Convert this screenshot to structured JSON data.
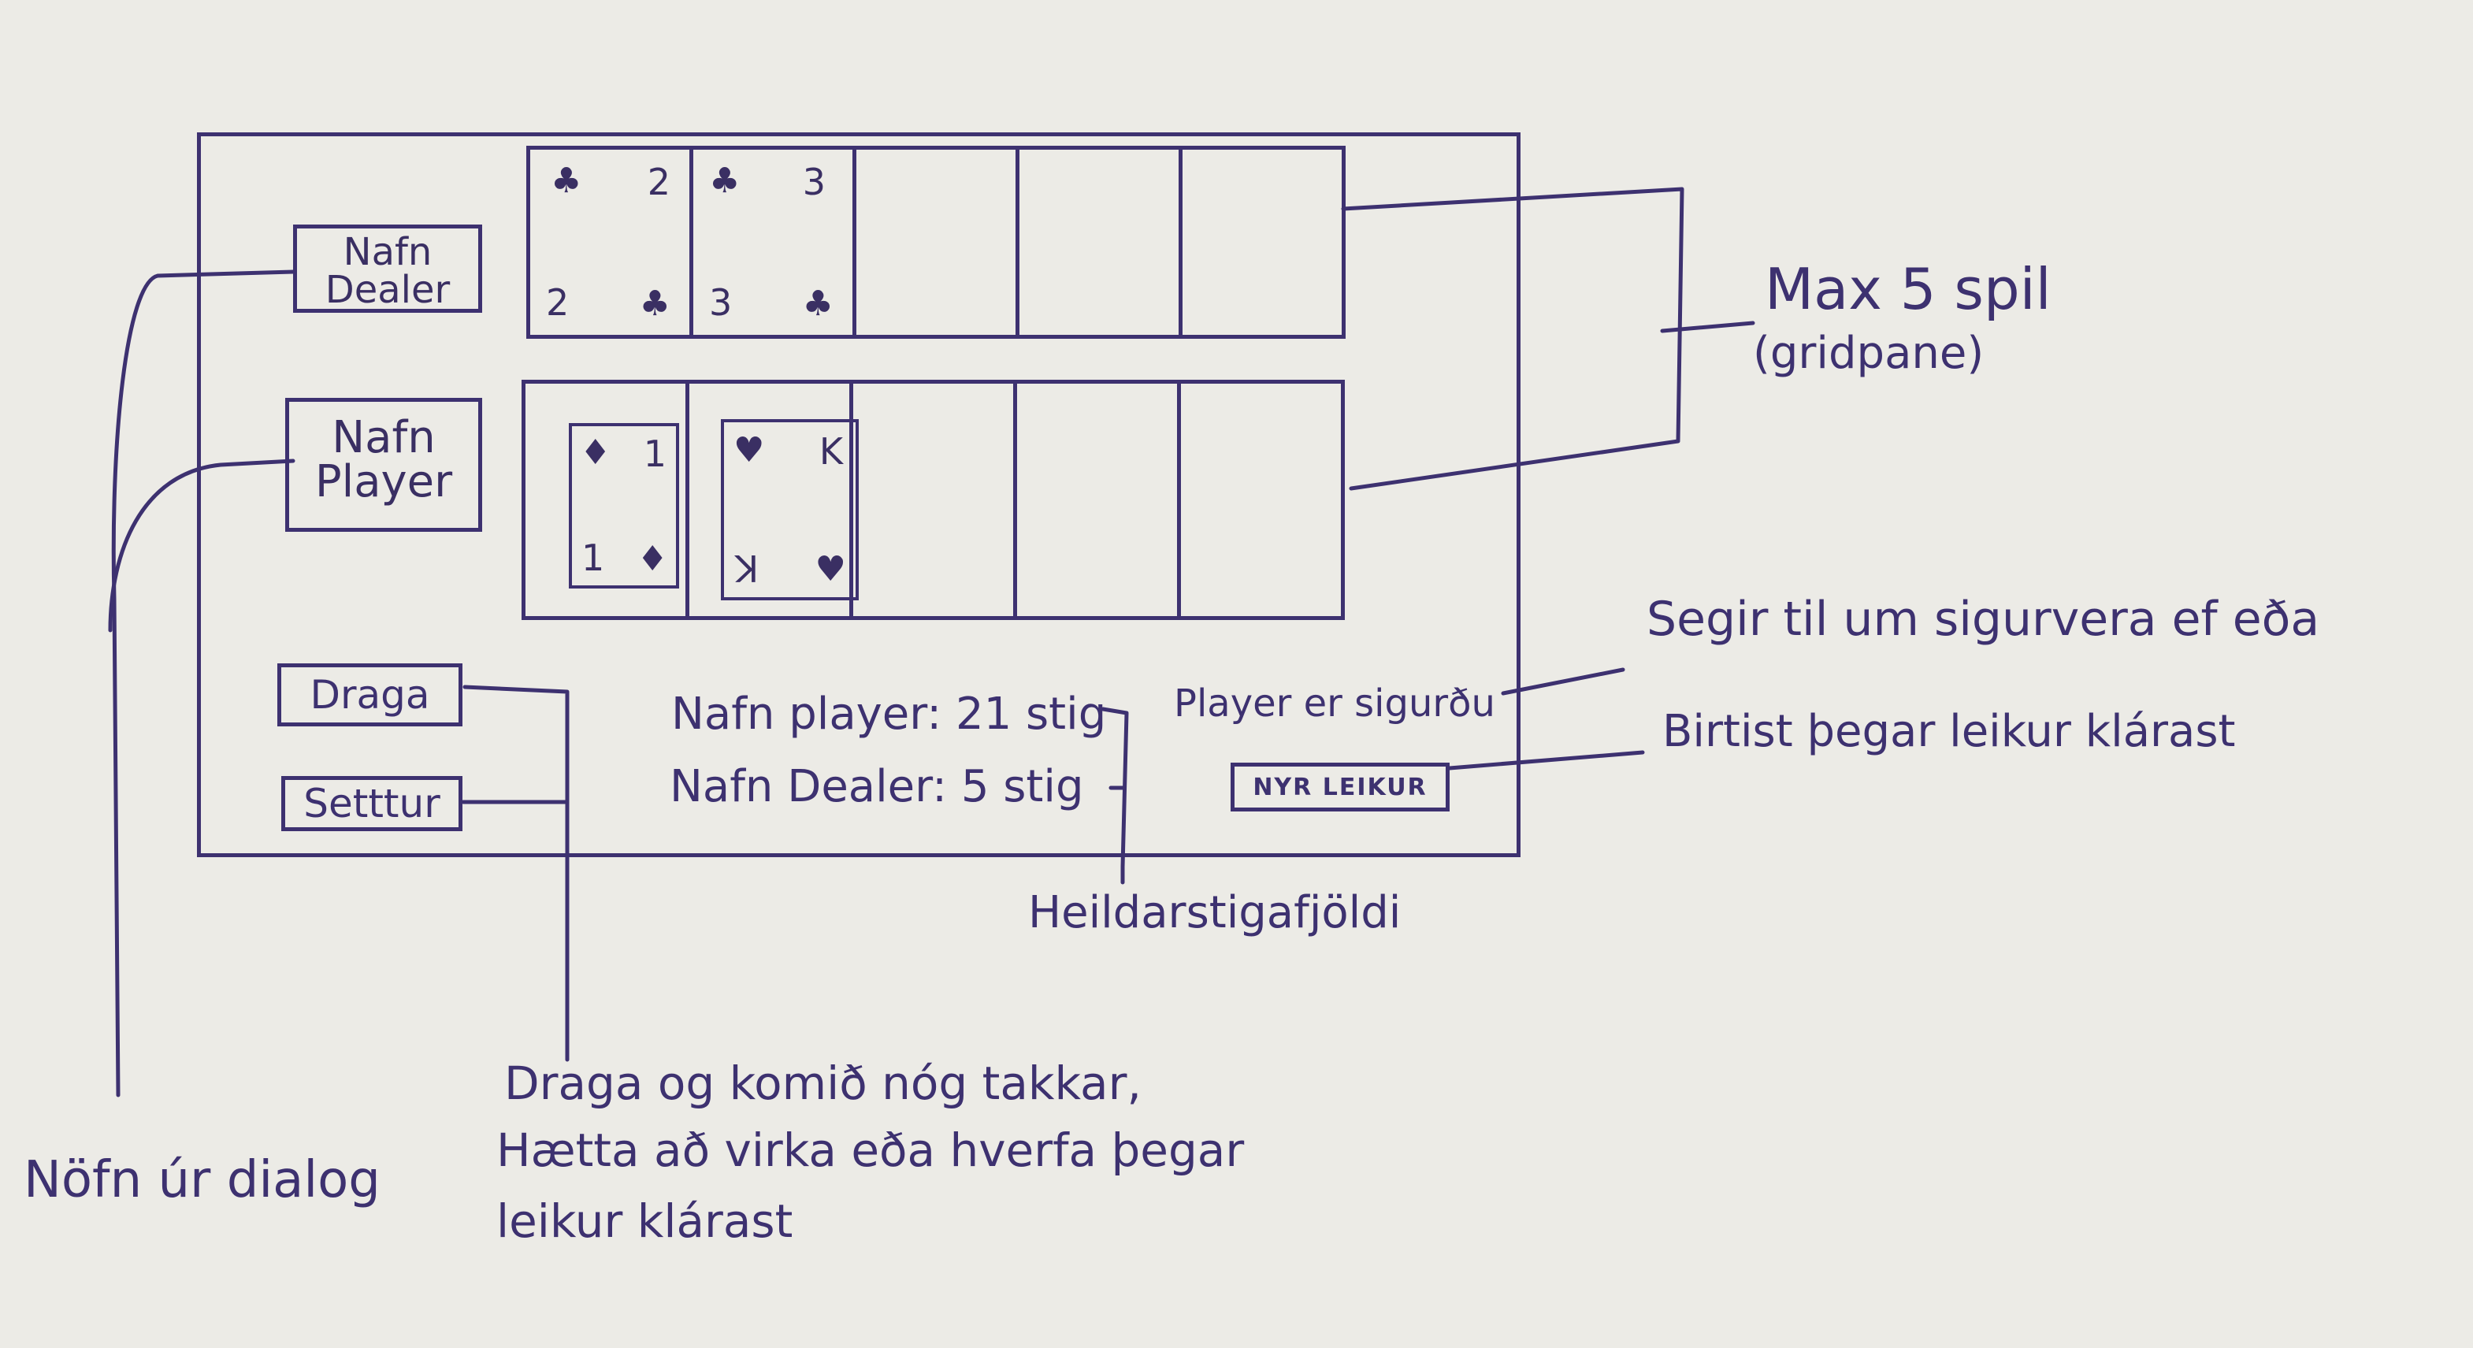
{
  "dealer": {
    "name_label": "Nafn Dealer",
    "cards": [
      {
        "rank": "2",
        "suit": "♣"
      },
      {
        "rank": "3",
        "suit": "♣"
      }
    ]
  },
  "player": {
    "name_label": "Nafn Player",
    "cards": [
      {
        "rank": "1",
        "suit": "♦"
      },
      {
        "rank": "K",
        "suit": "♥"
      }
    ]
  },
  "buttons": {
    "draw": "Draga",
    "stand": "Setttur",
    "new_game": "NYR LEIKUR"
  },
  "scores": {
    "player_line": "Nafn player: 21 stig",
    "dealer_line": "Nafn Dealer: 5 stig"
  },
  "status": {
    "winner": "Player er sigurðu"
  },
  "annotations": {
    "max_cards": "Max 5 spil",
    "max_cards_sub": "(gridpane)",
    "winner_note": "Segir til um sigurvera ef eða",
    "new_game_note": "Birtist þegar leikur klárast",
    "score_note": "Heildarstigafjöldi",
    "buttons_note_1": "Draga og komið nóg takkar,",
    "buttons_note_2": "Hætta að virka eða hverfa þegar",
    "buttons_note_3": "leikur klárast",
    "names_note": "Nöfn úr dialog"
  }
}
